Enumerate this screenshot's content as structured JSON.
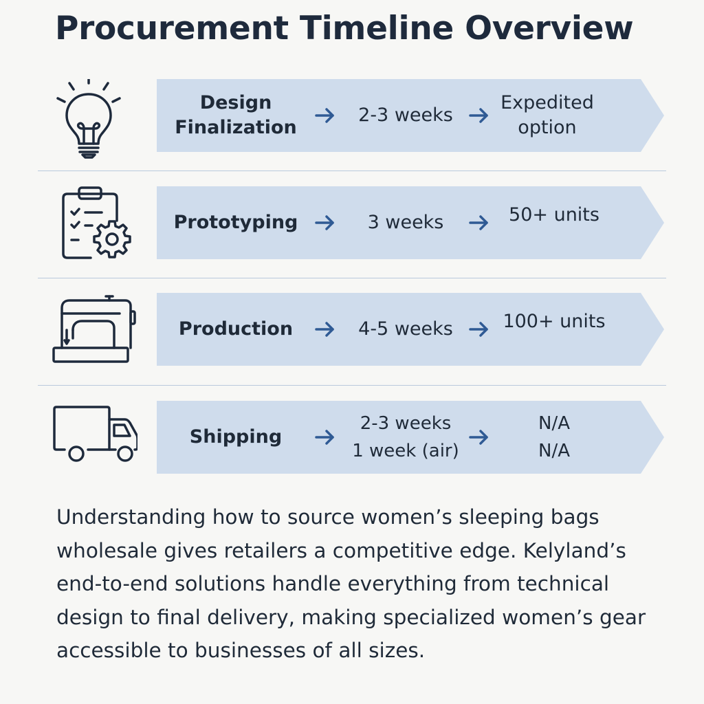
{
  "title": "Procurement Timeline Overview",
  "rows": [
    {
      "icon": "lightbulb-icon",
      "stage_lines": [
        "Design",
        "Finalization"
      ],
      "duration_lines": [
        "2-3 weeks"
      ],
      "note_lines": [
        "Expedited",
        "option"
      ]
    },
    {
      "icon": "clipboard-gear-icon",
      "stage_lines": [
        "Prototyping"
      ],
      "duration_lines": [
        "3 weeks"
      ],
      "note_lines": [
        "50+ units"
      ]
    },
    {
      "icon": "sewing-machine-icon",
      "stage_lines": [
        "Production"
      ],
      "duration_lines": [
        "4-5 weeks"
      ],
      "note_lines": [
        "100+ units"
      ]
    },
    {
      "icon": "truck-icon",
      "stage_lines": [
        "Shipping"
      ],
      "duration_lines": [
        "2-3 weeks",
        "1 week (air)"
      ],
      "note_lines": [
        "N/A",
        "N/A"
      ]
    }
  ],
  "paragraph_lines": [
    "Understanding how to source women’s sleeping bags",
    "wholesale gives retailers a competitive edge. Kelyland’s",
    "end-to-end solutions handle everything from technical",
    "design to final delivery, making specialized women’s gear",
    "accessible to businesses of all sizes."
  ],
  "colors": {
    "background": "#f7f7f5",
    "banner": "#cfdcec",
    "arrow": "#2f5a94",
    "text": "#1f2a38",
    "divider": "#b9c9dc"
  }
}
